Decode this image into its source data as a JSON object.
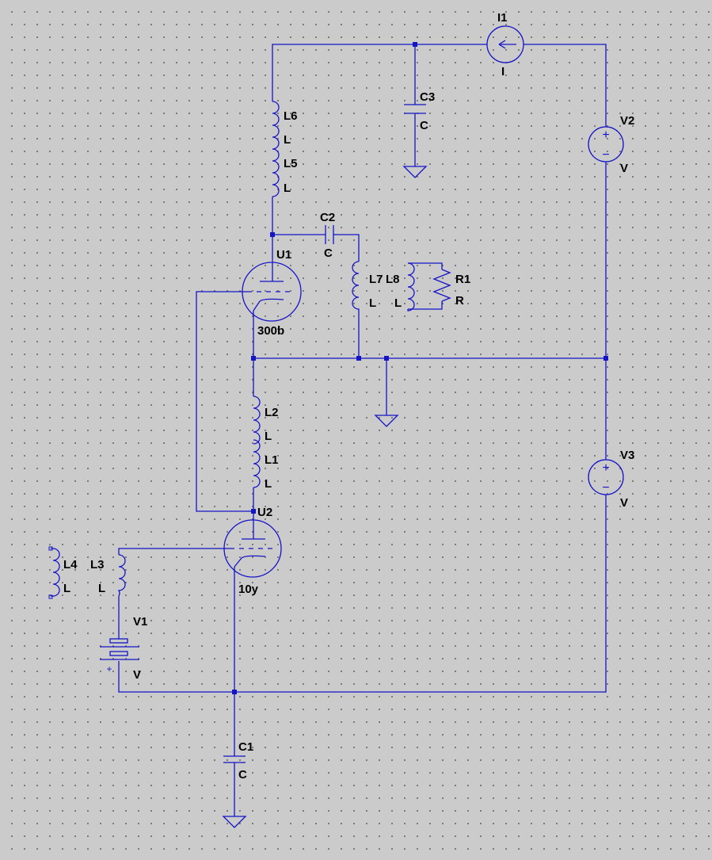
{
  "schematic": {
    "components": [
      {
        "ref": "I1",
        "value": "I",
        "kind": "current-source"
      },
      {
        "ref": "V2",
        "value": "V",
        "kind": "voltage-source"
      },
      {
        "ref": "V3",
        "value": "V",
        "kind": "voltage-source"
      },
      {
        "ref": "V1",
        "value": "V",
        "kind": "battery"
      },
      {
        "ref": "C1",
        "value": "C",
        "kind": "capacitor"
      },
      {
        "ref": "C2",
        "value": "C",
        "kind": "capacitor"
      },
      {
        "ref": "C3",
        "value": "C",
        "kind": "capacitor"
      },
      {
        "ref": "L1",
        "value": "L",
        "kind": "inductor"
      },
      {
        "ref": "L2",
        "value": "L",
        "kind": "inductor"
      },
      {
        "ref": "L3",
        "value": "L",
        "kind": "inductor"
      },
      {
        "ref": "L4",
        "value": "L",
        "kind": "inductor"
      },
      {
        "ref": "L5",
        "value": "L",
        "kind": "inductor"
      },
      {
        "ref": "L6",
        "value": "L",
        "kind": "inductor"
      },
      {
        "ref": "L7",
        "value": "L",
        "kind": "inductor"
      },
      {
        "ref": "L8",
        "value": "L",
        "kind": "inductor"
      },
      {
        "ref": "R1",
        "value": "R",
        "kind": "resistor"
      },
      {
        "ref": "U1",
        "value": "300b",
        "kind": "triode"
      },
      {
        "ref": "U2",
        "value": "10y",
        "kind": "triode"
      }
    ],
    "symbols": {
      "plus": "+",
      "minus": "−"
    }
  }
}
